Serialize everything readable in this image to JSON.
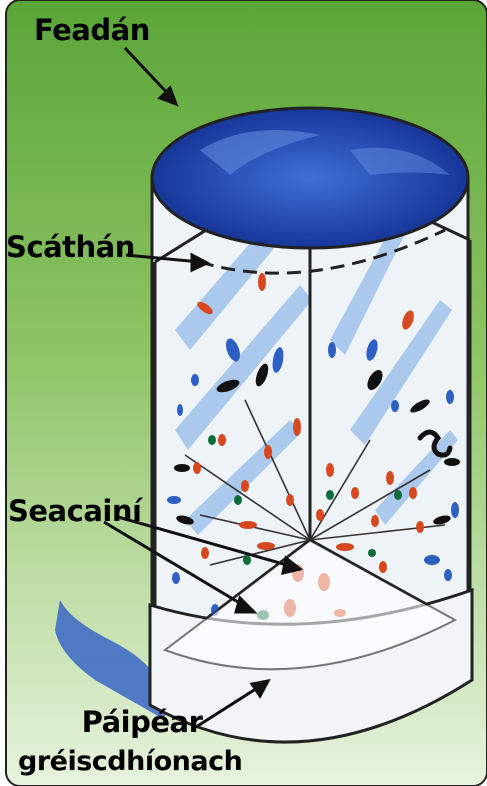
{
  "labels": {
    "tube": "Feadán",
    "mirror": "Scáthán",
    "beads": "Seacainí",
    "paper_line1": "Páipéar",
    "paper_line2": "gréiscdhíonach"
  },
  "colors": {
    "background_green": "#6cad47",
    "tube_top_blue": "#1d3fa3",
    "bead_red": "#d8481e",
    "bead_blue": "#2e5fc4",
    "bead_black": "#111111",
    "bead_green": "#0e6b3a",
    "shadow_blue": "#3a66c6"
  }
}
